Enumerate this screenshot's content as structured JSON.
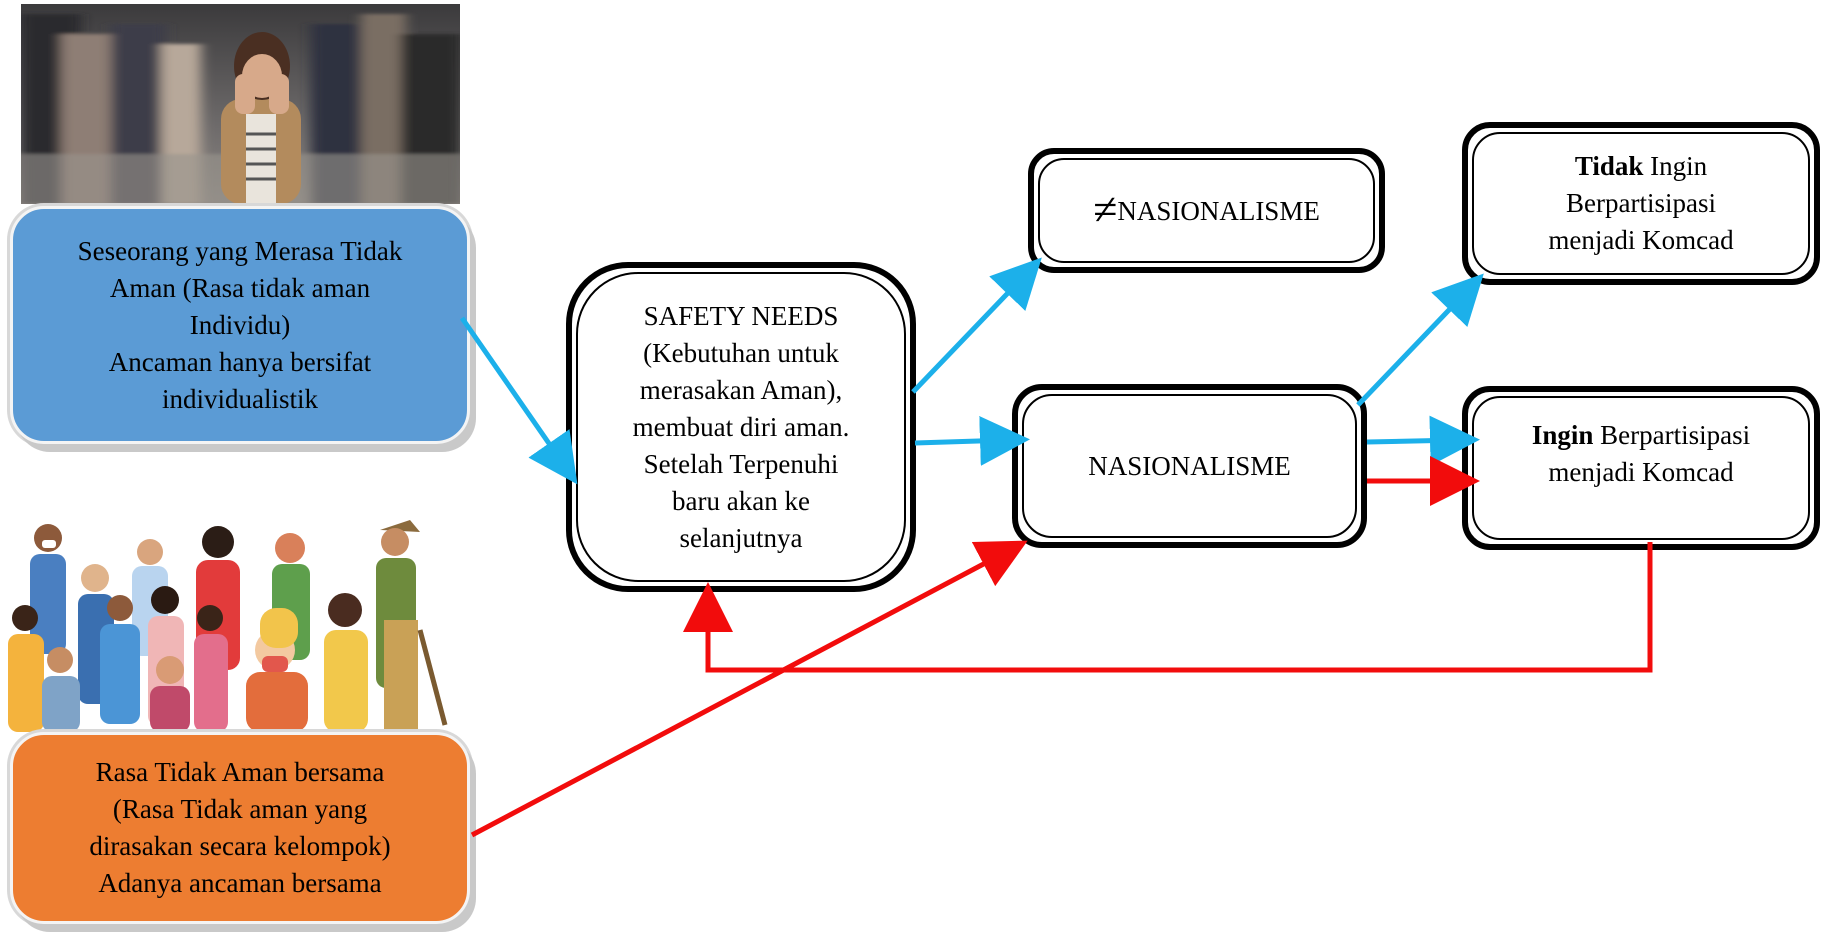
{
  "colors": {
    "blue_arrow": "#1cb0ea",
    "red_arrow": "#f20c0c",
    "box_blue": "#5b9bd5",
    "box_orange": "#ed7d31"
  },
  "images": {
    "top_photo": "blurred-crowd-woman-covering-face-photo",
    "bottom_photo": "masked-diverse-crowd-illustration"
  },
  "boxes": {
    "individual": {
      "lines": [
        "Seseorang yang Merasa Tidak",
        "Aman (Rasa tidak aman",
        "Individu)",
        "Ancaman hanya bersifat",
        "individualistik"
      ]
    },
    "group": {
      "lines": [
        "Rasa Tidak Aman bersama",
        "(Rasa Tidak aman yang",
        "dirasakan secara kelompok)",
        "Adanya ancaman bersama"
      ]
    },
    "safety": {
      "lines": [
        "SAFETY NEEDS",
        "(Kebutuhan untuk",
        "merasakan Aman),",
        "membuat diri aman.",
        "Setelah Terpenuhi",
        "baru akan ke",
        "selanjutnya"
      ]
    },
    "not_nationalism": {
      "symbol": "≠",
      "label": "NASIONALISME"
    },
    "nationalism": {
      "label": "NASIONALISME"
    },
    "not_participate": {
      "bold": "Tidak",
      "line1_rest": " Ingin",
      "line2": "Berpartisipasi",
      "line3": "menjadi Komcad"
    },
    "participate": {
      "bold": "Ingin",
      "line1_rest": " Berpartisipasi",
      "line2": "menjadi Komcad"
    }
  }
}
